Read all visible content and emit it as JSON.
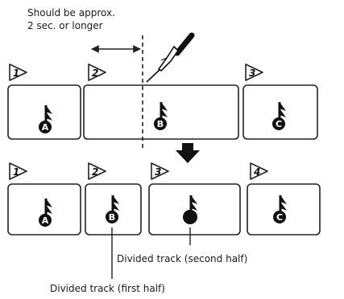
{
  "note": {
    "line1": "Should be approx.",
    "line2": "2 sec. or longer"
  },
  "top_row": [
    {
      "number": "1",
      "badge": "A"
    },
    {
      "number": "2",
      "badge": ""
    },
    {
      "number": "3",
      "badge": "C"
    }
  ],
  "top_split_badge": "B",
  "bottom_row": [
    {
      "number": "1",
      "badge": "A"
    },
    {
      "number": "2",
      "badge": "B"
    },
    {
      "number": "3",
      "badge": ""
    },
    {
      "number": "4",
      "badge": "C"
    }
  ],
  "callouts": {
    "second_half": "Divided track (second half)",
    "first_half": "Divided track (first half)"
  }
}
